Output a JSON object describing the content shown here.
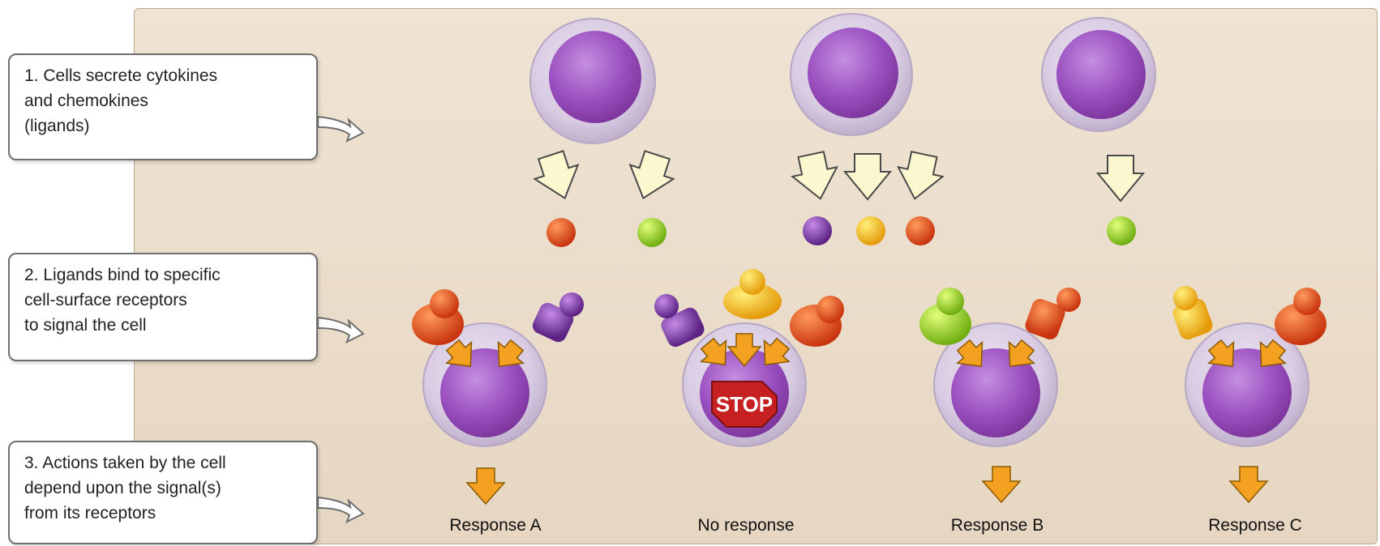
{
  "steps": [
    {
      "text": "1. Cells secrete cytokines\n    and chemokines\n    (ligands)"
    },
    {
      "text": "2. Ligands bind to specific\n    cell-surface receptors\n    to signal the cell"
    },
    {
      "text": "3. Actions taken by the cell\n    depend upon the signal(s)\n    from its receptors"
    }
  ],
  "responses": [
    "Response A",
    "No response",
    "Response B",
    "Response C"
  ],
  "stop_sign": "STOP",
  "colors": {
    "nucleus": "#9a4fbf",
    "cell_halo": "#d9c8e6",
    "ligand_red": "#e0501c",
    "ligand_green": "#8ccc22",
    "ligand_purple": "#7a3aa2",
    "ligand_yellow": "#f2b51a",
    "signal_arrow": "#f4a021",
    "stop": "#c62020"
  },
  "secreting_cells": [
    {
      "ligands": [
        "red",
        "green"
      ]
    },
    {
      "ligands": [
        "purple",
        "yellow",
        "red"
      ]
    },
    {
      "ligands": [
        "green"
      ]
    }
  ],
  "target_cells": [
    {
      "receptors": [
        "red",
        "purple"
      ],
      "response_index": 0
    },
    {
      "receptors": [
        "purple",
        "yellow",
        "red"
      ],
      "response_index": 1
    },
    {
      "receptors": [
        "green",
        "red"
      ],
      "response_index": 2
    },
    {
      "receptors": [
        "yellow",
        "red"
      ],
      "response_index": 3
    }
  ]
}
